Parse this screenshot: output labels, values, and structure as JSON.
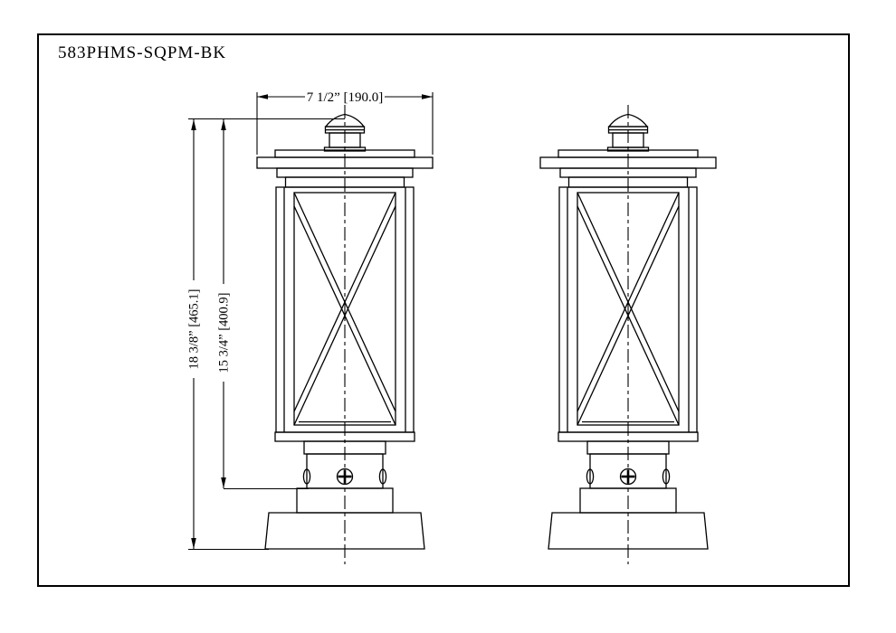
{
  "title": "583PHMS-SQPM-BK",
  "drawing": {
    "type": "dimensioned technical drawing",
    "views": [
      {
        "name": "pier-mount lantern front view"
      },
      {
        "name": "pier-mount lantern side view"
      }
    ]
  },
  "dimensions": {
    "width": "7 1/2” [190.0]",
    "overall_height": "18 3/8” [465.1]",
    "fixture_height": "15 3/4” [400.9]"
  },
  "colors": {
    "line": "#000000",
    "background": "#ffffff"
  }
}
